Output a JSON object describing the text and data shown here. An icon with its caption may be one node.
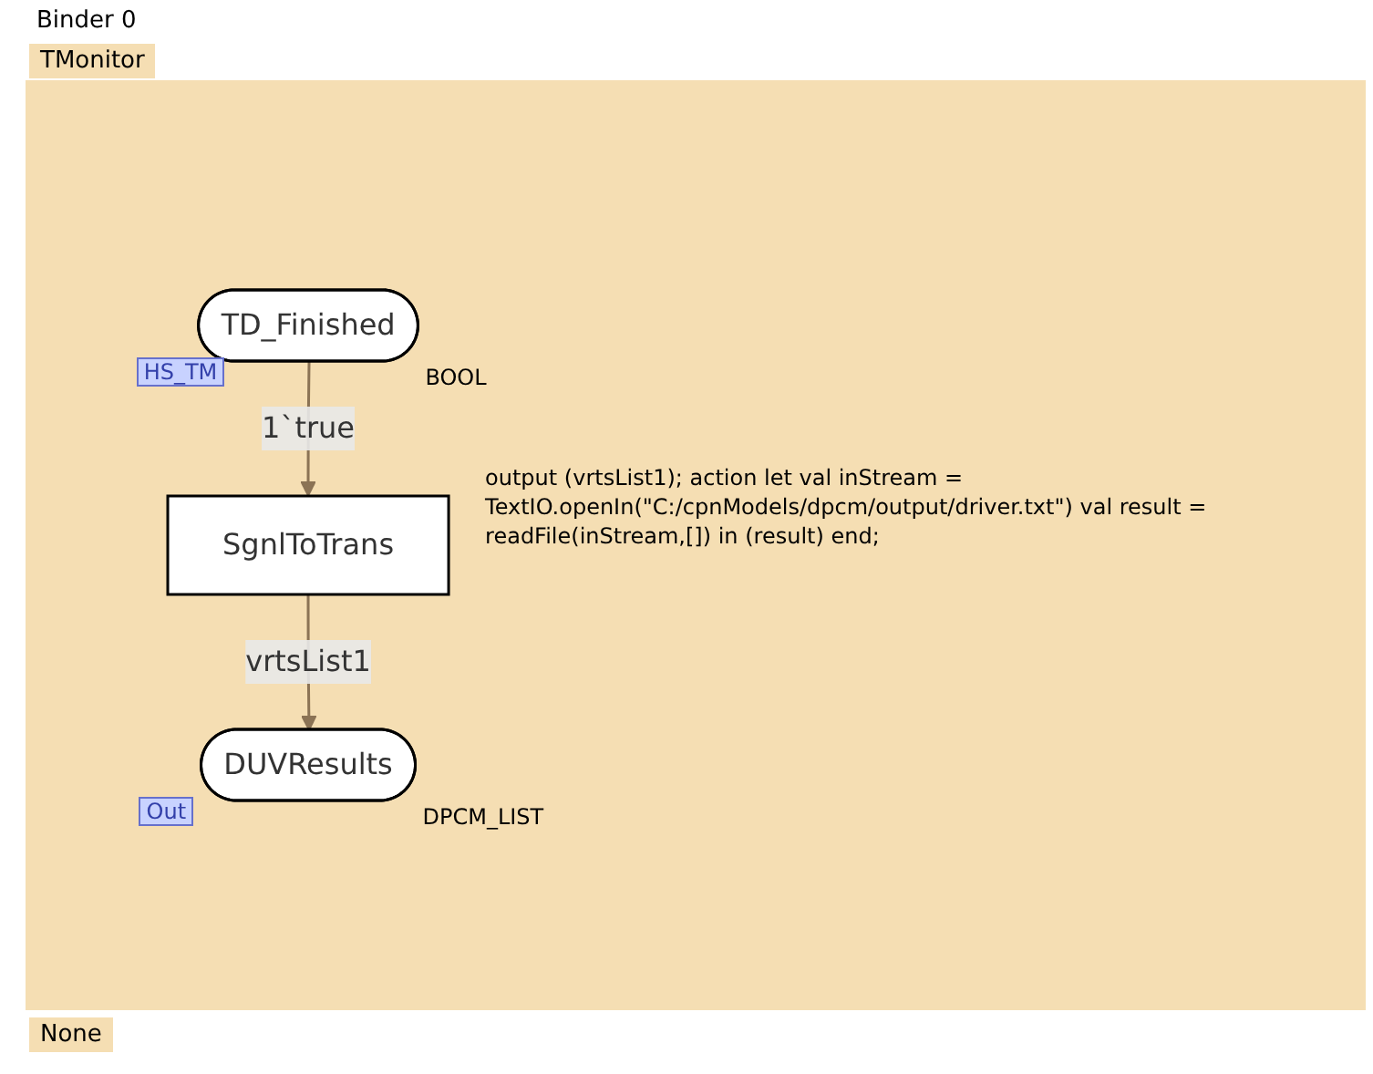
{
  "diagram": {
    "nodes": [
      {
        "text": [
          "TD_Finished"
        ],
        "beside": [
          "HS_TM",
          "BOOL"
        ]
      },
      {
        "text": [
          "SgnlToTrans"
        ],
        "beside": [
          "output (vrtsList1); action let val inStream = TextIO.openIn(\"C:/cpnModels/dpcm/output/driver.txt\") val result = readFile(inStream,[]) in (result) end;"
        ]
      },
      {
        "text": [
          "DUVResults"
        ],
        "beside": [
          "Out",
          "DPCM_LIST"
        ]
      }
    ],
    "edges": [
      {
        "from": 0,
        "to": 1,
        "arrow": "to",
        "label": "1`true"
      },
      {
        "from": 1,
        "to": 2,
        "arrow": "to",
        "label": "vrtsList1"
      }
    ],
    "labels": [
      "Binder 0",
      "TMonitor",
      "None"
    ]
  }
}
